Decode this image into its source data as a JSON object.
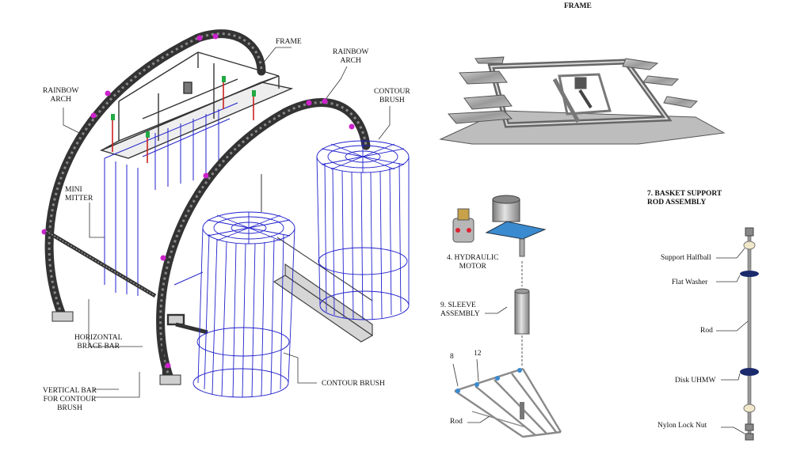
{
  "titles": {
    "frame_top": "FRAME",
    "basket_support": "7. BASKET SUPPORT\nROD ASSEMBLY"
  },
  "labels": {
    "frame": "FRAME",
    "rainbow_arch_left": "RAINBOW\nARCH",
    "rainbow_arch_right": "RAINBOW\nARCH",
    "contour_brush_top": "CONTOUR\nBRUSH",
    "contour_brush_bottom": "CONTOUR BRUSH",
    "mini_mitter": "MINI\nMITTER",
    "horizontal_brace_bar": "HORIZONTAL\nBRACE BAR",
    "vertical_bar": "VERTICAL BAR\nFOR CONTOUR\nBRUSH",
    "hydraulic_motor": "4. HYDRAULIC\nMOTOR",
    "sleeve_assembly": "9. SLEEVE\nASSEMBLY",
    "part_8": "8",
    "part_12": "12",
    "rod_basket": "Rod",
    "support_halfball": "Support Halfball",
    "flat_washer": "Flat Washer",
    "rod_right": "Rod",
    "disk_uhmw": "Disk UHMW",
    "nylon_lock_nut": "Nylon Lock Nut"
  },
  "colors": {
    "line": "#222222",
    "arch": "#444444",
    "brush": "#2222cc",
    "metal": "#a8a8a8",
    "metal_dark": "#6e6e6e",
    "accent_red": "#cc2222",
    "accent_magenta": "#cc22cc",
    "accent_green": "#22aa44",
    "washer_blue": "#1a2a6c",
    "cap_cream": "#f0e8c8",
    "blue_part": "#3a8ad0"
  }
}
